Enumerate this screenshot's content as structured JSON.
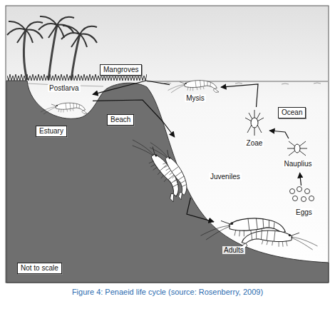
{
  "diagram": {
    "caption": "Figure 4: Penaeid life cycle (source: Rosenberry, 2009)",
    "nodes": [
      {
        "text": [
          "Mangroves"
        ]
      },
      {
        "text": [
          "Postlarva"
        ]
      },
      {
        "text": [
          "Estuary"
        ]
      },
      {
        "text": [
          "Beach"
        ]
      },
      {
        "text": [
          "Mysis"
        ]
      },
      {
        "text": [
          "Ocean"
        ]
      },
      {
        "text": [
          "Zoae"
        ]
      },
      {
        "text": [
          "Nauplius"
        ]
      },
      {
        "text": [
          "Juveniles"
        ]
      },
      {
        "text": [
          "Eggs"
        ]
      },
      {
        "text": [
          "Adults"
        ]
      },
      {
        "text": [
          "Not to scale"
        ]
      }
    ],
    "edges": [
      {
        "from": 9,
        "to": 7,
        "arrow": "to"
      },
      {
        "from": 7,
        "to": 6,
        "arrow": "to"
      },
      {
        "from": 6,
        "to": 4,
        "arrow": "to"
      },
      {
        "from": 4,
        "to": 1,
        "arrow": "to"
      },
      {
        "from": 1,
        "to": 8,
        "arrow": "to"
      },
      {
        "from": 8,
        "to": 10,
        "arrow": "to"
      }
    ]
  }
}
